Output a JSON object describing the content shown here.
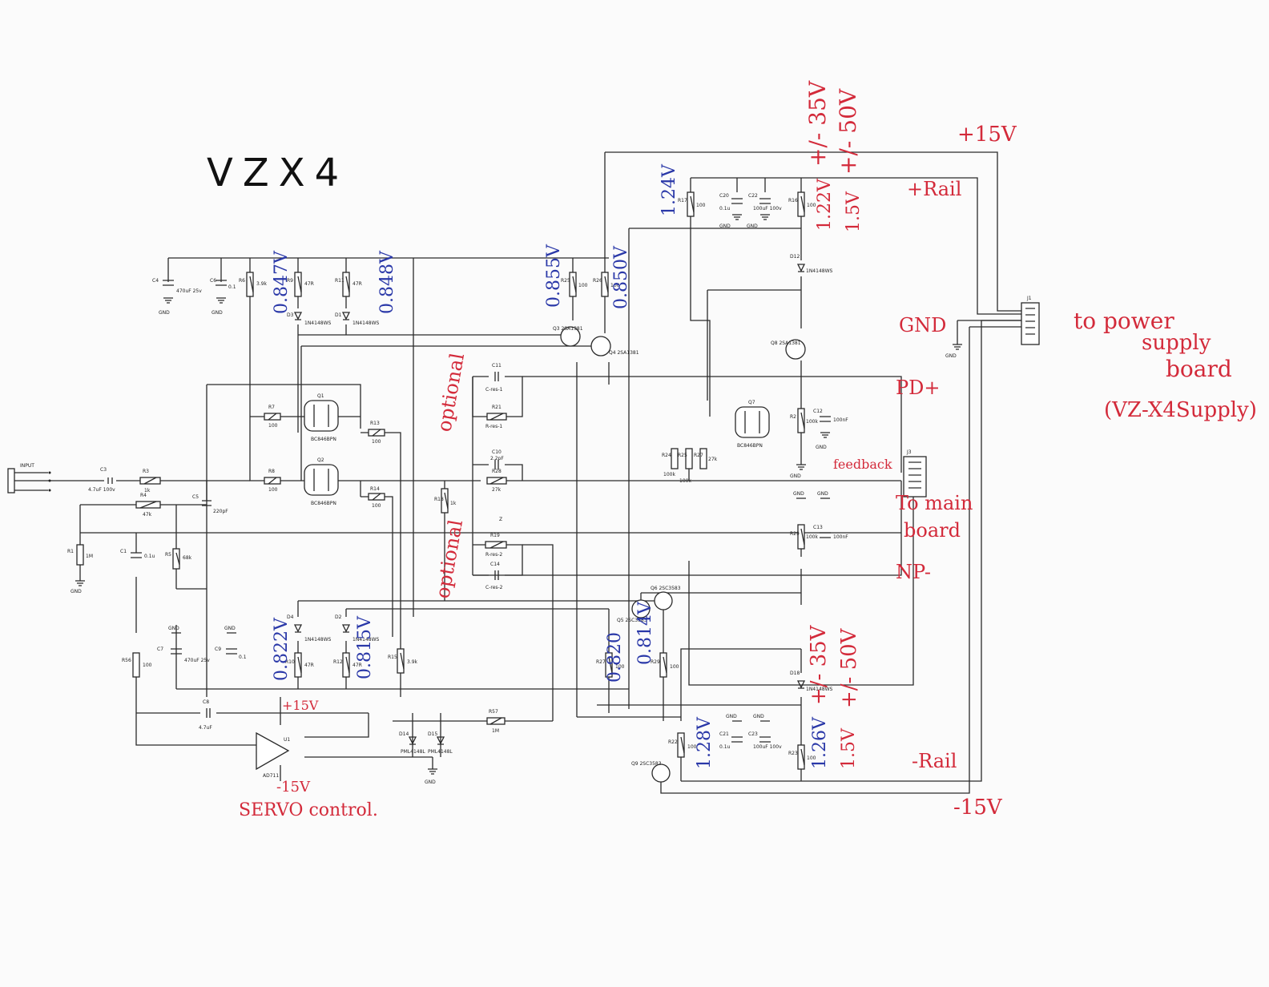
{
  "title": "VZX4",
  "ics": {
    "q1": {
      "ref": "Q1",
      "part": "BC846BPN"
    },
    "q2": {
      "ref": "Q2",
      "part": "BC846BPN"
    },
    "q7": {
      "ref": "Q7",
      "part": "BC846BPN"
    },
    "u1": {
      "ref": "U1",
      "part": "AD711"
    }
  },
  "components": {
    "input": "INPUT",
    "c3": "C3",
    "c3v": "4.7uF 100v",
    "r3": "R3",
    "r3v": "1k",
    "r4": "R4",
    "r4v": "47k",
    "c5": "C5",
    "c5v": "220pF",
    "r1": "R1",
    "r1v": "1M",
    "c1": "C1",
    "c1v": "0.1u",
    "r5": "R5",
    "r5v": "68k",
    "r7": "R7",
    "r7v": "100",
    "r8": "R8",
    "r8v": "100",
    "r13": "R13",
    "r13v": "100",
    "r14": "R14",
    "r14v": "100",
    "c4": "C4",
    "c4v": "470uF 25v",
    "c6": "C6",
    "c6v": "0.1",
    "r6": "R6",
    "r6v": "3.9k",
    "r9": "R9",
    "r9v": "47R",
    "r11": "R11",
    "r11v": "47R",
    "d3": "D3",
    "d3v": "1N4148WS",
    "d1": "D1",
    "d1v": "1N4148WS",
    "c11": "C11",
    "c11v": "C-res-1",
    "r21": "R21",
    "r21v": "R-res-1",
    "c10": "C10",
    "c10v": "2.2pF",
    "r28": "R28",
    "r28v": "27k",
    "r18": "R18",
    "r18v": "1k",
    "r19": "R19",
    "r19v": "R-res-2",
    "c14": "C14",
    "c14v": "C-res-2",
    "r25": "R25",
    "r25v": "100",
    "r26": "R26",
    "r26v": "100",
    "q3": "Q3 2SA1381",
    "q4": "Q4 2SA1381",
    "q8": "Q8 2SA1381",
    "r17": "R17",
    "r17v": "100",
    "c20": "C20",
    "c20v": "0.1u",
    "c22": "C22",
    "c22v": "100uF 100v",
    "r16": "R16",
    "r16v": "100",
    "d12": "D12",
    "d12v": "1N4148WS",
    "r2": "R2",
    "r2v": "100k",
    "c12": "C12",
    "c12v": "100nF",
    "r24": "R24",
    "r24v": "100k",
    "r25b": "R25",
    "r25bv": "100k",
    "r27": "R27",
    "r27v": "27k",
    "r29": "R29",
    "r29v": "100k",
    "c13": "C13",
    "c13v": "100nF",
    "c7": "C7",
    "c7v": "470uF 25v",
    "c9": "C9",
    "c9v": "0.1",
    "r10": "R10",
    "r10v": "47R",
    "r12": "R12",
    "r12v": "47R",
    "r15": "R15",
    "r15v": "3.9k",
    "d4": "D4",
    "d4v": "1N4148WS",
    "d2": "D2",
    "d2v": "1N4148WS",
    "r56": "R56",
    "r56v": "100",
    "c8": "C8",
    "c8v": "4.7uF",
    "r57": "R57",
    "r57v": "1M",
    "d14": "D14",
    "d14v": "PML4148L",
    "d15": "D15",
    "d15v": "PML4148L",
    "q5": "Q5 2SC3583",
    "q6": "Q6 2SC3583",
    "q9": "Q9 2SC3583",
    "r27b": "R27",
    "r27bv": "100",
    "r29b": "R29",
    "r29bv": "100",
    "r22": "R22",
    "r22v": "100",
    "c21": "C21",
    "c21v": "0.1u",
    "c23": "C23",
    "c23v": "100uF 100v",
    "r23": "R23",
    "r23v": "100",
    "d18": "D18",
    "d18v": "1N4148WS",
    "j1": "J1",
    "j3": "J3",
    "gnd": "GND",
    "z": "Z"
  },
  "annotations": {
    "plus15_top": "+15V",
    "rail_v1": "+/- 35V",
    "rail_v2": "+/- 50V",
    "plus_rail": "+Rail",
    "gnd": "GND",
    "to_power_1": "to power",
    "to_power_2": "supply",
    "to_power_3": "board",
    "to_power_4": "(VZ-X4Supply)",
    "pd_plus": "PD+",
    "feedback": "feedback",
    "to_main_1": "To main",
    "to_main_2": "board",
    "np_minus": "NP-",
    "optional_1": "optional",
    "optional_2": "optional",
    "plus15_servo": "+15V",
    "minus15_servo": "-15V",
    "servo": "SERVO control.",
    "rail_v3": "+/- 35V",
    "rail_v4": "+/- 50V",
    "minus_rail": "-Rail",
    "minus15_bottom": "-15V"
  },
  "voltages": {
    "v0847": "0.847V",
    "v0848": "0.848V",
    "v0855": "0.855V",
    "v0850": "0.850V",
    "v124": "1.24V",
    "v122": "1.22V",
    "v15a": "1.5V",
    "v0822": "0.822V",
    "v0815": "0.815V",
    "v0820": "0.820",
    "v0814": "0.814V",
    "v128": "1.28V",
    "v126": "1.26V",
    "v15b": "1.5V"
  },
  "colors": {
    "red_ink": "#d32a3a",
    "blue_ink": "#2a38a8",
    "paper": "#fbfbfb",
    "wire": "#2a2a2a"
  }
}
